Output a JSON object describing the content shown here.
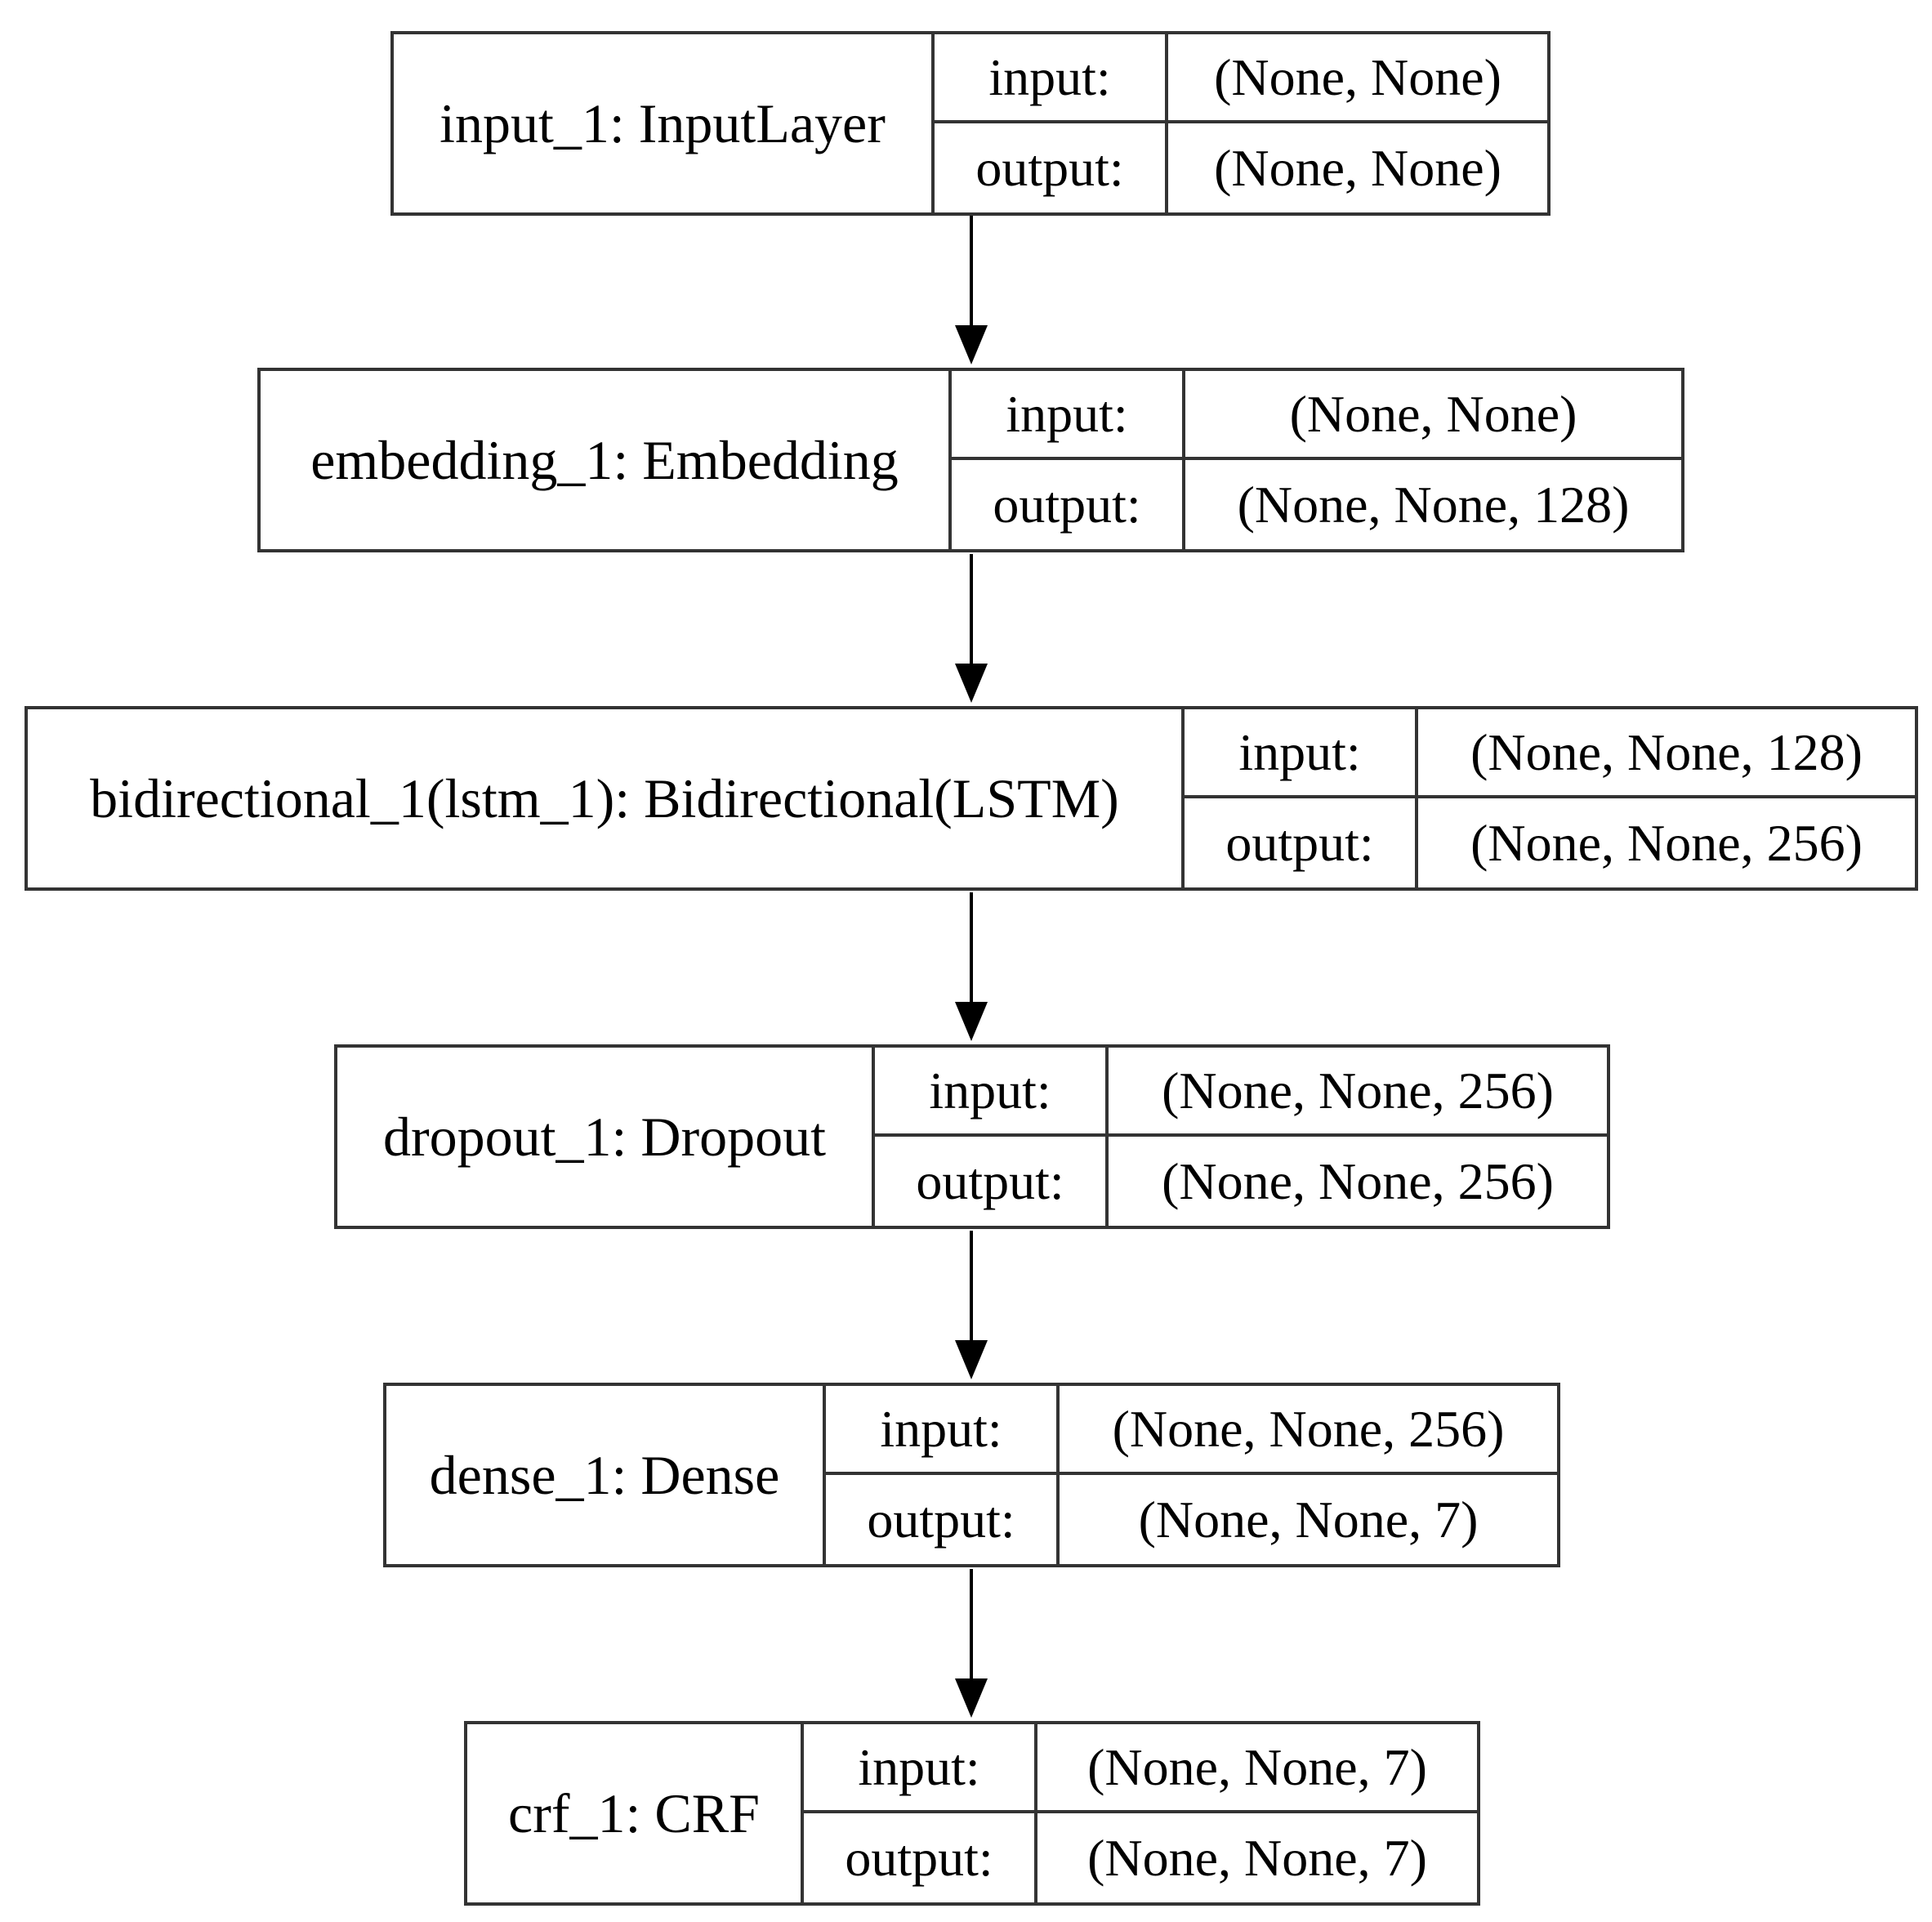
{
  "layers": [
    {
      "name": "input_1: InputLayer",
      "input_label": "input:",
      "output_label": "output:",
      "input_shape": "(None, None)",
      "output_shape": "(None, None)"
    },
    {
      "name": "embedding_1: Embedding",
      "input_label": "input:",
      "output_label": "output:",
      "input_shape": "(None, None)",
      "output_shape": "(None, None, 128)"
    },
    {
      "name": "bidirectional_1(lstm_1): Bidirectional(LSTM)",
      "input_label": "input:",
      "output_label": "output:",
      "input_shape": "(None, None, 128)",
      "output_shape": "(None, None, 256)"
    },
    {
      "name": "dropout_1: Dropout",
      "input_label": "input:",
      "output_label": "output:",
      "input_shape": "(None, None, 256)",
      "output_shape": "(None, None, 256)"
    },
    {
      "name": "dense_1: Dense",
      "input_label": "input:",
      "output_label": "output:",
      "input_shape": "(None, None, 256)",
      "output_shape": "(None, None, 7)"
    },
    {
      "name": "crf_1: CRF",
      "input_label": "input:",
      "output_label": "output:",
      "input_shape": "(None, None, 7)",
      "output_shape": "(None, None, 7)"
    }
  ],
  "edges": [
    {
      "from": 0,
      "to": 1
    },
    {
      "from": 1,
      "to": 2
    },
    {
      "from": 2,
      "to": 3
    },
    {
      "from": 3,
      "to": 4
    },
    {
      "from": 4,
      "to": 5
    }
  ]
}
